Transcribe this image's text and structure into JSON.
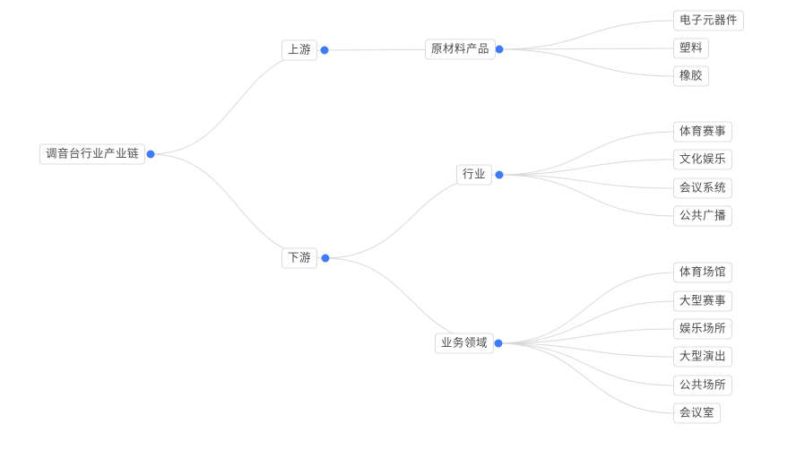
{
  "colors": {
    "accent": "#3e7bf4",
    "edge": "#d9d9d9",
    "node_border": "#dcdcdc",
    "node_bg": "#ffffff",
    "text": "#4a4a4a",
    "canvas_bg": "#ffffff"
  },
  "mindmap": {
    "root": {
      "label": "调音台行业产业链"
    },
    "branches": [
      {
        "label": "上游",
        "children": [
          {
            "label": "原材料产品",
            "children": [
              {
                "label": "电子元器件"
              },
              {
                "label": "塑料"
              },
              {
                "label": "橡胶"
              }
            ]
          }
        ]
      },
      {
        "label": "下游",
        "children": [
          {
            "label": "行业",
            "children": [
              {
                "label": "体育赛事"
              },
              {
                "label": "文化娱乐"
              },
              {
                "label": "会议系统"
              },
              {
                "label": "公共广播"
              }
            ]
          },
          {
            "label": "业务领域",
            "children": [
              {
                "label": "体育场馆"
              },
              {
                "label": "大型赛事"
              },
              {
                "label": "娱乐场所"
              },
              {
                "label": "大型演出"
              },
              {
                "label": "公共场所"
              },
              {
                "label": "会议室"
              }
            ]
          }
        ]
      }
    ]
  }
}
